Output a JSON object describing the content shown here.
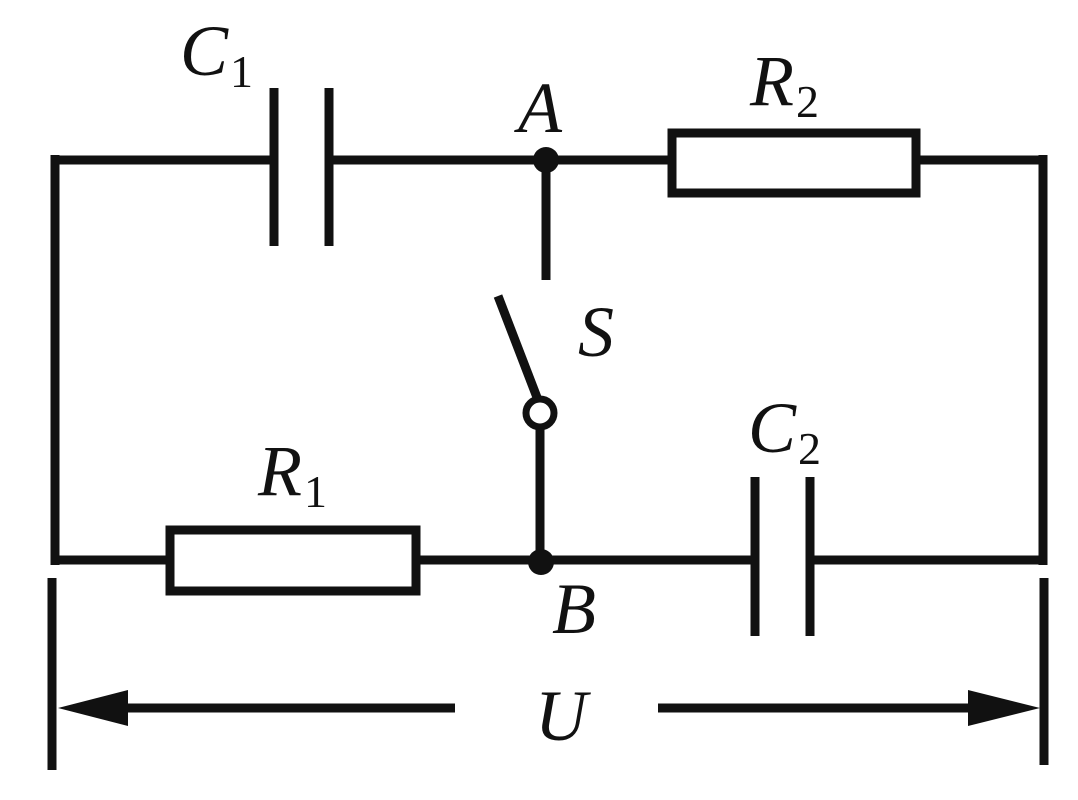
{
  "labels": {
    "c1": {
      "main": "C",
      "sub": "1"
    },
    "r2": {
      "main": "R",
      "sub": "2"
    },
    "c2": {
      "main": "C",
      "sub": "2"
    },
    "r1": {
      "main": "R",
      "sub": "1"
    },
    "node_a": "A",
    "node_b": "B",
    "switch": "S",
    "voltage": "U"
  },
  "colors": {
    "ink": "#111111",
    "background": "#ffffff"
  }
}
